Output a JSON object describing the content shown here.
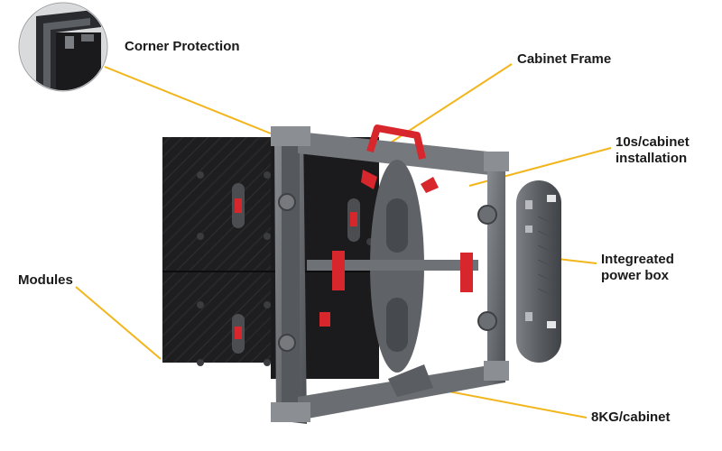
{
  "labels": {
    "corner_protection": "Corner Protection",
    "cabinet_frame": "Cabinet Frame",
    "installation_line1": "10s/cabinet",
    "installation_line2": "installation",
    "power_line1": "Integreated",
    "power_line2": "power box",
    "modules": "Modules",
    "weight": "8KG/cabinet"
  },
  "colors": {
    "leader_line": "#f2b51c",
    "accent_red": "#d7262c",
    "frame_gray": "#6b6e72",
    "module_black": "#1c1c1e",
    "label_text": "#1a1a1a"
  }
}
